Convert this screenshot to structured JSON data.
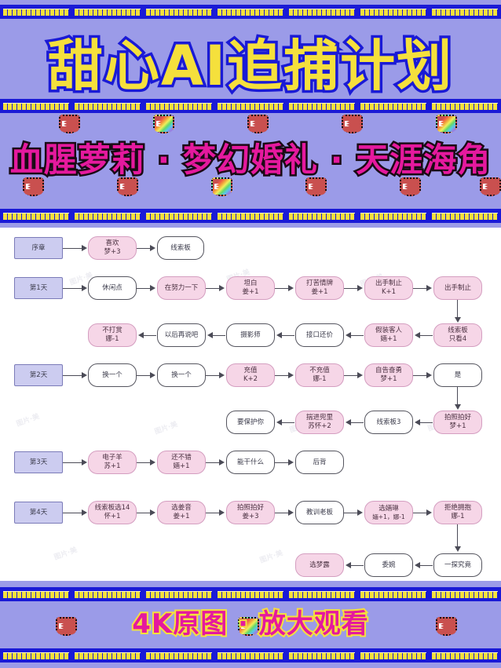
{
  "header": {
    "title": "甜心AI追捕计划",
    "subtitle": "血腥萝莉 · 梦幻婚礼 · 天涯海角",
    "colors": {
      "banner_bg": "#9b9be8",
      "bar_blue": "#1a1ad6",
      "pixel_yellow": "#f5e03c",
      "title_fill": "#f5e03c",
      "title_stroke": "#1a1ad6",
      "subtitle_fill": "#e5199e",
      "subtitle_stroke": "#1a0a14",
      "heart_red": "#c9504f"
    }
  },
  "footer": {
    "text": "4K原图 · 放大观看",
    "colors": {
      "fill": "#e5199e",
      "stroke": "#f5e03c"
    }
  },
  "chart_colors": {
    "day_fill": "#ccccf0",
    "day_border": "#7b7bb8",
    "plain_fill": "#ffffff",
    "plain_border": "#55555f",
    "pink_fill": "#f6d6e7",
    "pink_border": "#d49ec0",
    "arrow": "#4b4b57"
  },
  "watermark": "图片·美",
  "flow": {
    "rows": [
      {
        "id": "prologue",
        "label": "序章",
        "nodes": [
          {
            "id": "p1",
            "type": "pink",
            "lines": [
              "喜欢",
              "梦+3"
            ]
          },
          {
            "id": "p2",
            "type": "plain",
            "lines": [
              "线索板"
            ]
          }
        ]
      },
      {
        "id": "day1",
        "label": "第1天",
        "nodes": [
          {
            "id": "d1a",
            "type": "plain",
            "lines": [
              "休闲点"
            ]
          },
          {
            "id": "d1b",
            "type": "pink",
            "lines": [
              "在努力一下"
            ]
          },
          {
            "id": "d1c",
            "type": "pink",
            "lines": [
              "坦白",
              "姜+1"
            ]
          },
          {
            "id": "d1d",
            "type": "pink",
            "lines": [
              "打苦情牌",
              "姜+1"
            ]
          },
          {
            "id": "d1e",
            "type": "pink",
            "lines": [
              "出手制止",
              "K+1"
            ]
          },
          {
            "id": "d1f",
            "type": "pink",
            "lines": [
              "出手制止"
            ]
          },
          {
            "id": "d1g",
            "type": "pink",
            "lines": [
              "线索板",
              "只看4"
            ]
          },
          {
            "id": "d1h",
            "type": "pink",
            "lines": [
              "假装客人",
              "婳+1"
            ]
          },
          {
            "id": "d1i",
            "type": "plain",
            "lines": [
              "接口还价"
            ]
          },
          {
            "id": "d1j",
            "type": "plain",
            "lines": [
              "摄影师"
            ]
          },
          {
            "id": "d1k",
            "type": "plain",
            "lines": [
              "以后再说吧"
            ]
          },
          {
            "id": "d1l",
            "type": "pink",
            "lines": [
              "不打赏",
              "娜-1"
            ]
          }
        ]
      },
      {
        "id": "day2",
        "label": "第2天",
        "nodes": [
          {
            "id": "d2a",
            "type": "plain",
            "lines": [
              "换一个"
            ]
          },
          {
            "id": "d2b",
            "type": "plain",
            "lines": [
              "换一个"
            ]
          },
          {
            "id": "d2c",
            "type": "pink",
            "lines": [
              "充值",
              "K+2"
            ]
          },
          {
            "id": "d2d",
            "type": "pink",
            "lines": [
              "不充值",
              "娜-1"
            ]
          },
          {
            "id": "d2e",
            "type": "pink",
            "lines": [
              "自告奋勇",
              "梦+1"
            ]
          },
          {
            "id": "d2f",
            "type": "plain",
            "lines": [
              "是"
            ]
          },
          {
            "id": "d2g",
            "type": "pink",
            "lines": [
              "拍照拍好",
              "梦+1"
            ]
          },
          {
            "id": "d2h",
            "type": "plain",
            "lines": [
              "线索板3"
            ]
          },
          {
            "id": "d2i",
            "type": "pink",
            "lines": [
              "揣进兜里",
              "苏怀+2"
            ]
          },
          {
            "id": "d2j",
            "type": "plain",
            "lines": [
              "要保护你"
            ]
          }
        ]
      },
      {
        "id": "day3",
        "label": "第3天",
        "nodes": [
          {
            "id": "d3a",
            "type": "pink",
            "lines": [
              "电子羊",
              "苏+1"
            ]
          },
          {
            "id": "d3b",
            "type": "pink",
            "lines": [
              "还不错",
              "婳+1"
            ]
          },
          {
            "id": "d3c",
            "type": "plain",
            "lines": [
              "能干什么"
            ]
          },
          {
            "id": "d3d",
            "type": "plain",
            "lines": [
              "后背"
            ]
          }
        ]
      },
      {
        "id": "day4",
        "label": "第4天",
        "nodes": [
          {
            "id": "d4a",
            "type": "pink",
            "lines": [
              "线索板选14",
              "怀+1"
            ]
          },
          {
            "id": "d4b",
            "type": "pink",
            "lines": [
              "选姜音",
              "姜+1"
            ]
          },
          {
            "id": "d4c",
            "type": "pink",
            "lines": [
              "拍照拍好",
              "姜+3"
            ]
          },
          {
            "id": "d4d",
            "type": "plain",
            "lines": [
              "教训老板"
            ]
          },
          {
            "id": "d4e",
            "type": "pink",
            "lines": [
              "选婳琳",
              "婳+1，娜-1"
            ]
          },
          {
            "id": "d4f",
            "type": "pink",
            "lines": [
              "拒绝拥抱",
              "娜-1"
            ]
          },
          {
            "id": "d4g",
            "type": "plain",
            "lines": [
              "一探究竟"
            ]
          },
          {
            "id": "d4h",
            "type": "plain",
            "lines": [
              "委婉"
            ]
          },
          {
            "id": "d4i",
            "type": "pink",
            "lines": [
              "选梦露"
            ]
          }
        ]
      }
    ]
  }
}
